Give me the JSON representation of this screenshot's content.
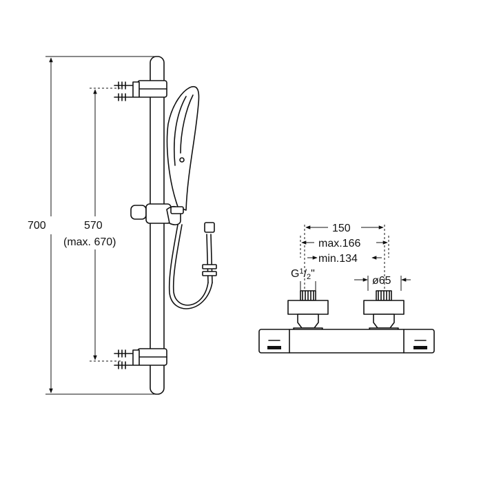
{
  "dimensions": {
    "total_height": "700",
    "bracket_distance": "570",
    "bracket_distance_max": "(max. 670)",
    "mixer_width": "150",
    "mixer_max": "max.166",
    "mixer_min": "min.134",
    "inlet_thread_g": "G",
    "inlet_thread_num": "1",
    "inlet_thread_den": "2",
    "inlet_thread_quote": "\"",
    "diameter": "ø65"
  }
}
